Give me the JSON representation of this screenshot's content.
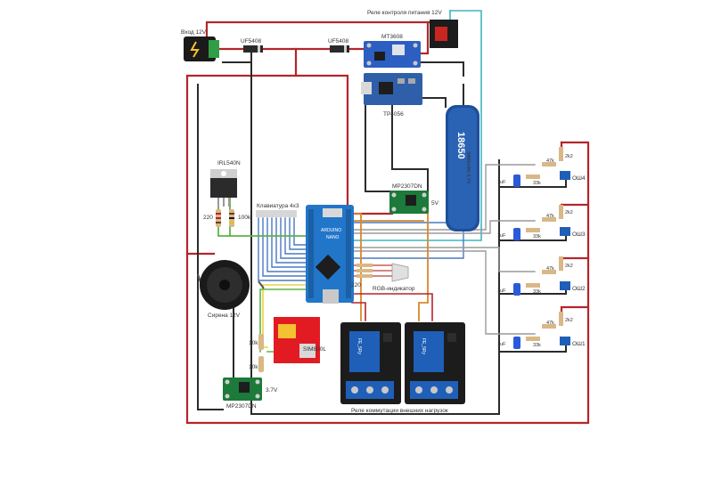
{
  "labels": {
    "input_12v": "Вход 12V",
    "diode1": "UF5408",
    "diode2": "UF5408",
    "mt3608": "MT3608",
    "power_relay": "Реле контроля питания 12V",
    "tp4056": "TP4056",
    "battery": "18650",
    "battery_sub": "3400mAh 3.7V",
    "irl540n": "IRL540N",
    "r_220_gate": "220",
    "r_100k": "100k",
    "keypad": "Клавиатура 4x3",
    "mp2307_top": "MP2307DN",
    "v5": "5V",
    "rgb": "RGB-индикатор",
    "r_220_rgb": "220",
    "siren": "Сирена 12V",
    "sim800l": "SIM800L",
    "r_10k_1": "10k",
    "r_10k_2": "10k",
    "v37": "3.7V",
    "mp2307_bottom": "MP2307DN",
    "relay_module_text": "FE_5Ry",
    "load_relays": "Реле коммутации внешних нагрузок",
    "zones": [
      {
        "r47": "47k",
        "r2k2": "2k2",
        "c": "1uF",
        "r33": "33k",
        "name": "ОШ4"
      },
      {
        "r47": "47k",
        "r2k2": "2k2",
        "c": "1uF",
        "r33": "33k",
        "name": "ОШ3"
      },
      {
        "r47": "47k",
        "r2k2": "2k2",
        "c": "1uF",
        "r33": "33k",
        "name": "ОШ2"
      },
      {
        "r47": "47k",
        "r2k2": "2k2",
        "c": "1uF",
        "r33": "33k",
        "name": "ОШ1"
      }
    ]
  },
  "colors": {
    "wire_power": "#b3262b",
    "wire_gnd": "#2b2b2b",
    "wire_signal_blue": "#4a78c0",
    "wire_cyan": "#3fb6c0",
    "wire_green": "#5fb24a",
    "wire_orange": "#d8892a",
    "wire_yellow": "#e6d23c",
    "wire_gray": "#9a9a9a",
    "arduino": "#2276c9",
    "module_green": "#1c7a3a",
    "relay_blue": "#1f5fb8",
    "sim_red": "#e21b23",
    "battery_blue": "#1d4f9a"
  }
}
